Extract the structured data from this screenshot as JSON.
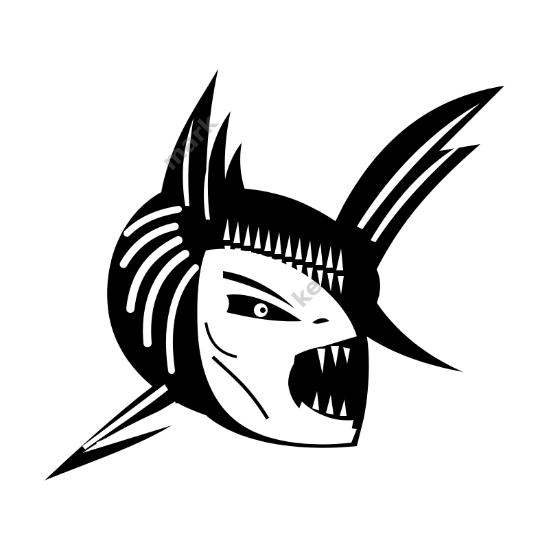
{
  "image": {
    "subject": "skeleton-fish-illustration",
    "colors": {
      "ink": "#000000",
      "paper": "#ffffff"
    },
    "watermark": [
      "mark",
      "ke"
    ]
  }
}
